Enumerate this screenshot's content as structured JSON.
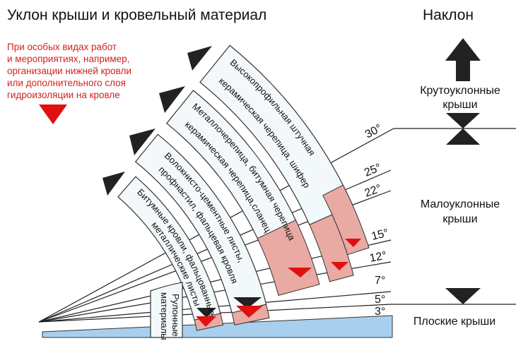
{
  "title": "Уклон крыши и кровельный материал",
  "right_title": "Наклон",
  "note_lines": [
    "При особых видах работ",
    "и мероприятиях, например,",
    "организации нижней кровли",
    "или дополнительного слоя",
    "гидроизоляции на кровле"
  ],
  "bands": [
    {
      "lines": [
        "Высокопрофильная штучная",
        "керамическая черепица, шифер"
      ]
    },
    {
      "lines": [
        "Металлочерепица, битумная черепица",
        "керамическая черепица,сланец"
      ]
    },
    {
      "lines": [
        "Волокнисто-цементные листы,",
        "профнастил, фальцевая кровля"
      ]
    },
    {
      "lines": [
        "Битумные кровли, фальцованные",
        "металлические листы"
      ]
    },
    {
      "lines": [
        "Рулонные",
        "материалы"
      ]
    }
  ],
  "degrees": [
    "30°",
    "25°",
    "22°",
    "15°",
    "12°",
    "7°",
    "5°",
    "3°"
  ],
  "zones": {
    "steep": [
      "Крутоуклонные",
      "крыши"
    ],
    "low": [
      "Малоуклонные",
      "крыши"
    ],
    "flat": "Плоские крыши"
  },
  "colors": {
    "pink": "#e8aaa2",
    "red": "#e01010",
    "blue": "#a9cfee",
    "note": "#d42020",
    "dark": "#222222"
  }
}
